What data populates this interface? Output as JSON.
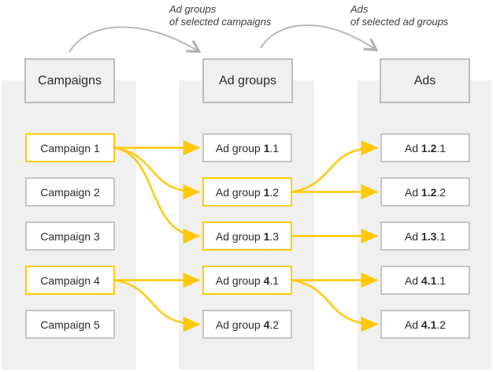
{
  "diagram": {
    "top_labels": [
      {
        "line1": "Ad groups",
        "line2": "of selected campaigns"
      },
      {
        "line1": "Ads",
        "line2": "of selected ad groups"
      }
    ],
    "columns": [
      {
        "id": "campaigns",
        "header": "Campaigns",
        "items": [
          {
            "id": "campaign-1",
            "pre": "Campaign 1",
            "bold": "",
            "post": "",
            "selected": true
          },
          {
            "id": "campaign-2",
            "pre": "Campaign 2",
            "bold": "",
            "post": "",
            "selected": false
          },
          {
            "id": "campaign-3",
            "pre": "Campaign 3",
            "bold": "",
            "post": "",
            "selected": false
          },
          {
            "id": "campaign-4",
            "pre": "Campaign 4",
            "bold": "",
            "post": "",
            "selected": true
          },
          {
            "id": "campaign-5",
            "pre": "Campaign 5",
            "bold": "",
            "post": "",
            "selected": false
          }
        ]
      },
      {
        "id": "ad-groups",
        "header": "Ad groups",
        "items": [
          {
            "id": "adgroup-1-1",
            "pre": "Ad group ",
            "bold": "1",
            "post": ".1",
            "selected": false
          },
          {
            "id": "adgroup-1-2",
            "pre": "Ad group ",
            "bold": "1",
            "post": ".2",
            "selected": true
          },
          {
            "id": "adgroup-1-3",
            "pre": "Ad group ",
            "bold": "1",
            "post": ".3",
            "selected": true
          },
          {
            "id": "adgroup-4-1",
            "pre": "Ad group ",
            "bold": "4",
            "post": ".1",
            "selected": true
          },
          {
            "id": "adgroup-4-2",
            "pre": "Ad group ",
            "bold": "4",
            "post": ".2",
            "selected": false
          }
        ]
      },
      {
        "id": "ads",
        "header": "Ads",
        "items": [
          {
            "id": "ad-1-2-1",
            "pre": "Ad ",
            "bold": "1.2",
            "post": ".1",
            "selected": false
          },
          {
            "id": "ad-1-2-2",
            "pre": "Ad ",
            "bold": "1.2",
            "post": ".2",
            "selected": false
          },
          {
            "id": "ad-1-3-1",
            "pre": "Ad ",
            "bold": "1.3",
            "post": ".1",
            "selected": false
          },
          {
            "id": "ad-4-1-1",
            "pre": "Ad ",
            "bold": "4.1",
            "post": ".1",
            "selected": false
          },
          {
            "id": "ad-4-1-2",
            "pre": "Ad ",
            "bold": "4.1",
            "post": ".2",
            "selected": false
          }
        ]
      }
    ],
    "connections": [
      {
        "from": "campaign-1",
        "to": "adgroup-1-1"
      },
      {
        "from": "campaign-1",
        "to": "adgroup-1-2"
      },
      {
        "from": "campaign-1",
        "to": "adgroup-1-3"
      },
      {
        "from": "campaign-4",
        "to": "adgroup-4-1"
      },
      {
        "from": "campaign-4",
        "to": "adgroup-4-2"
      },
      {
        "from": "adgroup-1-2",
        "to": "ad-1-2-1"
      },
      {
        "from": "adgroup-1-2",
        "to": "ad-1-2-2"
      },
      {
        "from": "adgroup-1-3",
        "to": "ad-1-3-1"
      },
      {
        "from": "adgroup-4-1",
        "to": "ad-4-1-1"
      },
      {
        "from": "adgroup-4-1",
        "to": "ad-4-1-2"
      }
    ],
    "colors": {
      "highlight": "#ffcc00",
      "arrow": "#ffc800",
      "gray_border": "#c6c6c6",
      "header_border": "#bdbdbd",
      "header_fill": "#f0f0f0",
      "band": "#f0f0f0",
      "gray_arrow": "#b3b3b3"
    }
  }
}
